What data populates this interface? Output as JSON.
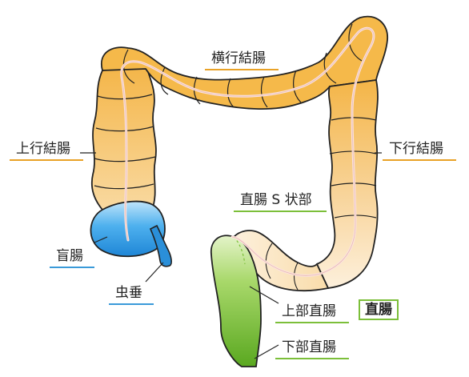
{
  "labels": {
    "transverse_colon": "横行結腸",
    "ascending_colon": "上行結腸",
    "descending_colon": "下行結腸",
    "cecum": "盲腸",
    "appendix": "虫垂",
    "rectosigmoid": "直腸 S 状部",
    "upper_rectum": "上部直腸",
    "lower_rectum": "下部直腸",
    "rectum": "直腸"
  },
  "colors": {
    "colon_fill": "#f5b94a",
    "colon_light": "#fde9c6",
    "colon_outline": "#222222",
    "cecum_fill": "#3aa3e6",
    "rectum_fill": "#7ec23d",
    "colon_underline": "#e9a227",
    "cecum_underline": "#3a9ad9",
    "rectum_underline": "#7cbf3a"
  }
}
